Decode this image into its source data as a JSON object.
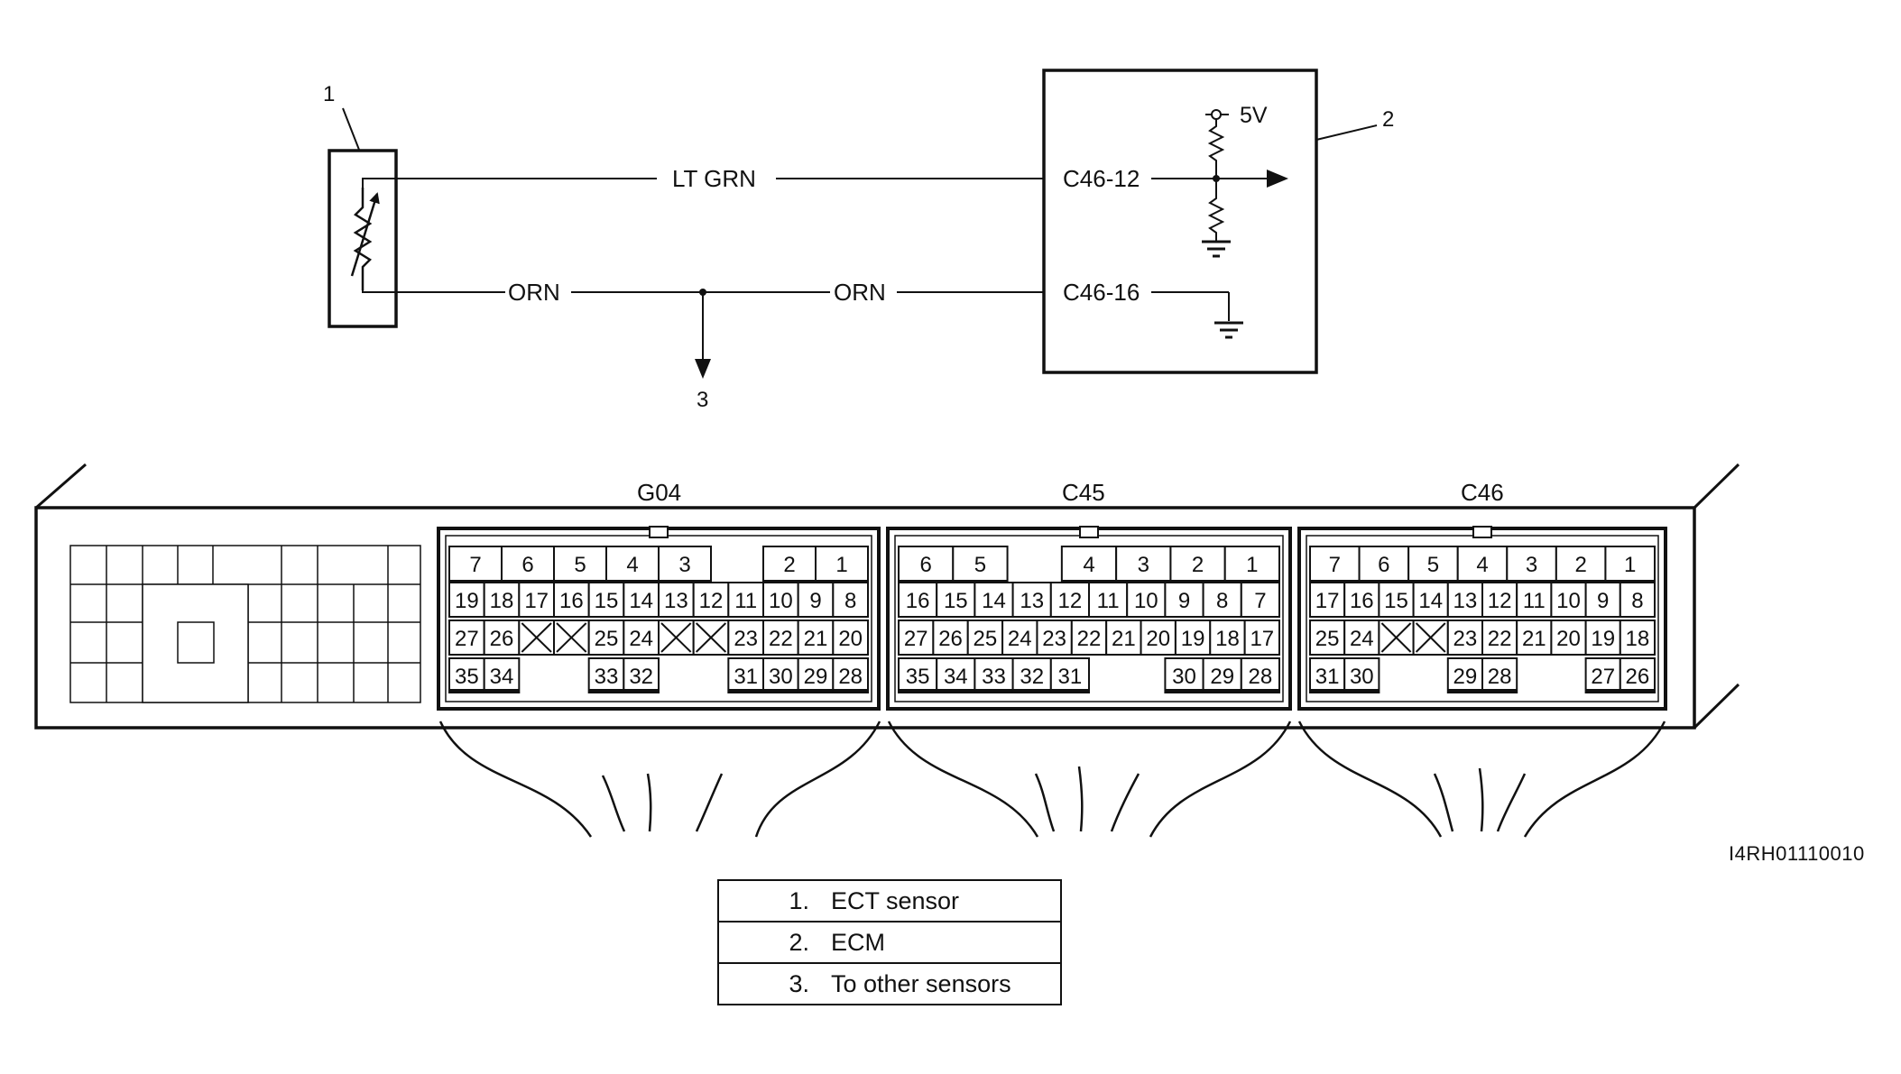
{
  "figure_code": "I4RH01110010",
  "schematic": {
    "callouts": {
      "sensor": "1",
      "ecm": "2",
      "other_sensors": "3"
    },
    "wires": {
      "signal_color": "LT GRN",
      "return_color": "ORN",
      "return_color_2": "ORN"
    },
    "ecm_pins": {
      "signal": "C46-12",
      "ground": "C46-16"
    },
    "supply_voltage": "5V"
  },
  "connectors": [
    {
      "name": "G04",
      "rows": [
        [
          "7",
          "6",
          "5",
          "4",
          "3",
          "",
          "2",
          "1"
        ],
        [
          "19",
          "18",
          "17",
          "16",
          "15",
          "14",
          "13",
          "12",
          "11",
          "10",
          "9",
          "8"
        ],
        [
          "27",
          "26",
          "X",
          "X",
          "25",
          "24",
          "X",
          "X",
          "23",
          "22",
          "21",
          "20"
        ],
        [
          "35",
          "34",
          "",
          "",
          "33",
          "32",
          "",
          "",
          "31",
          "30",
          "29",
          "28"
        ]
      ]
    },
    {
      "name": "C45",
      "rows": [
        [
          "6",
          "5",
          "",
          "4",
          "3",
          "2",
          "1"
        ],
        [
          "16",
          "15",
          "14",
          "13",
          "12",
          "11",
          "10",
          "9",
          "8",
          "7"
        ],
        [
          "27",
          "26",
          "25",
          "24",
          "23",
          "22",
          "21",
          "20",
          "19",
          "18",
          "17"
        ],
        [
          "35",
          "34",
          "33",
          "32",
          "31",
          "",
          "",
          "30",
          "29",
          "28"
        ]
      ]
    },
    {
      "name": "C46",
      "rows": [
        [
          "7",
          "6",
          "5",
          "4",
          "3",
          "2",
          "1"
        ],
        [
          "17",
          "16",
          "15",
          "14",
          "13",
          "12",
          "11",
          "10",
          "9",
          "8"
        ],
        [
          "25",
          "24",
          "X",
          "X",
          "23",
          "22",
          "21",
          "20",
          "19",
          "18"
        ],
        [
          "31",
          "30",
          "",
          "",
          "29",
          "28",
          "",
          "",
          "27",
          "26"
        ]
      ]
    }
  ],
  "legend": [
    {
      "num": "1.",
      "text": "ECT sensor"
    },
    {
      "num": "2.",
      "text": "ECM"
    },
    {
      "num": "3.",
      "text": "To other sensors"
    }
  ]
}
